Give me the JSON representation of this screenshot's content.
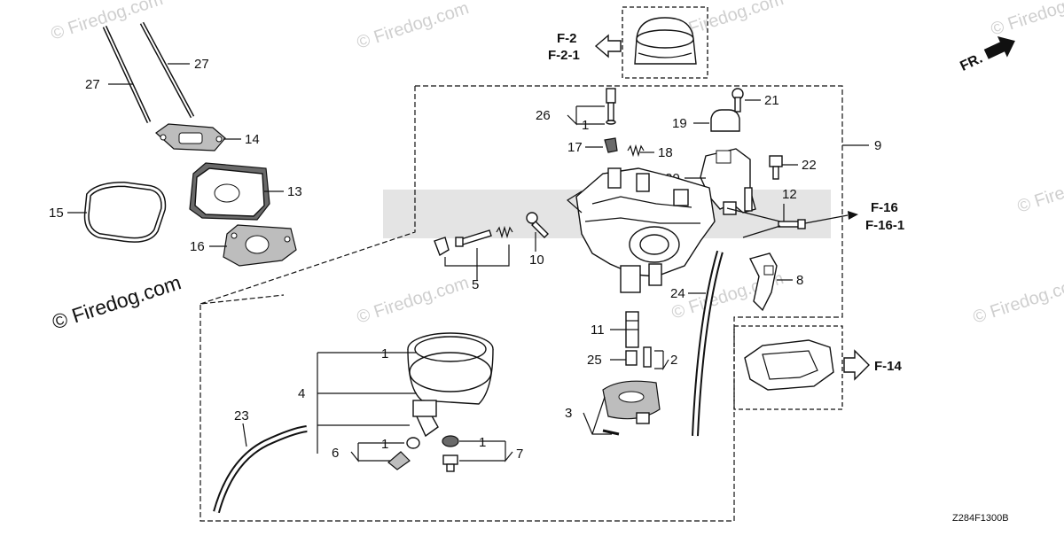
{
  "watermarks": {
    "w1": "© Firedog.com",
    "w2": "© Firedog.com",
    "w3": "© Firedog.com",
    "w4": "© Firedog.com",
    "w5": "© Firedog.com",
    "w6": "© Firedog.com",
    "w7": "© Firedog.com",
    "w8": "© Firedog.com",
    "w9": "© Firedog.com"
  },
  "direction_marker": "FR.",
  "references": {
    "top_line1": "F-2",
    "top_line2": "F-2-1",
    "right_line1": "F-16",
    "right_line2": "F-16-1",
    "gasket": "F-14"
  },
  "callouts": {
    "c27a": "27",
    "c27b": "27",
    "c14": "14",
    "c13": "13",
    "c15": "15",
    "c16": "16",
    "c26": "26",
    "c1_top": "1",
    "c17": "17",
    "c18": "18",
    "c19": "19",
    "c21": "21",
    "c20": "20",
    "c22": "22",
    "c9": "9",
    "c12": "12",
    "c10": "10",
    "c5": "5",
    "c8": "8",
    "c24": "24",
    "c11": "11",
    "c25": "25",
    "c2": "2",
    "c3": "3",
    "c1_bowl": "1",
    "c4": "4",
    "c23": "23",
    "c1_left": "1",
    "c6": "6",
    "c1_right": "1",
    "c7": "7"
  },
  "diagram_code": "Z284F1300B"
}
